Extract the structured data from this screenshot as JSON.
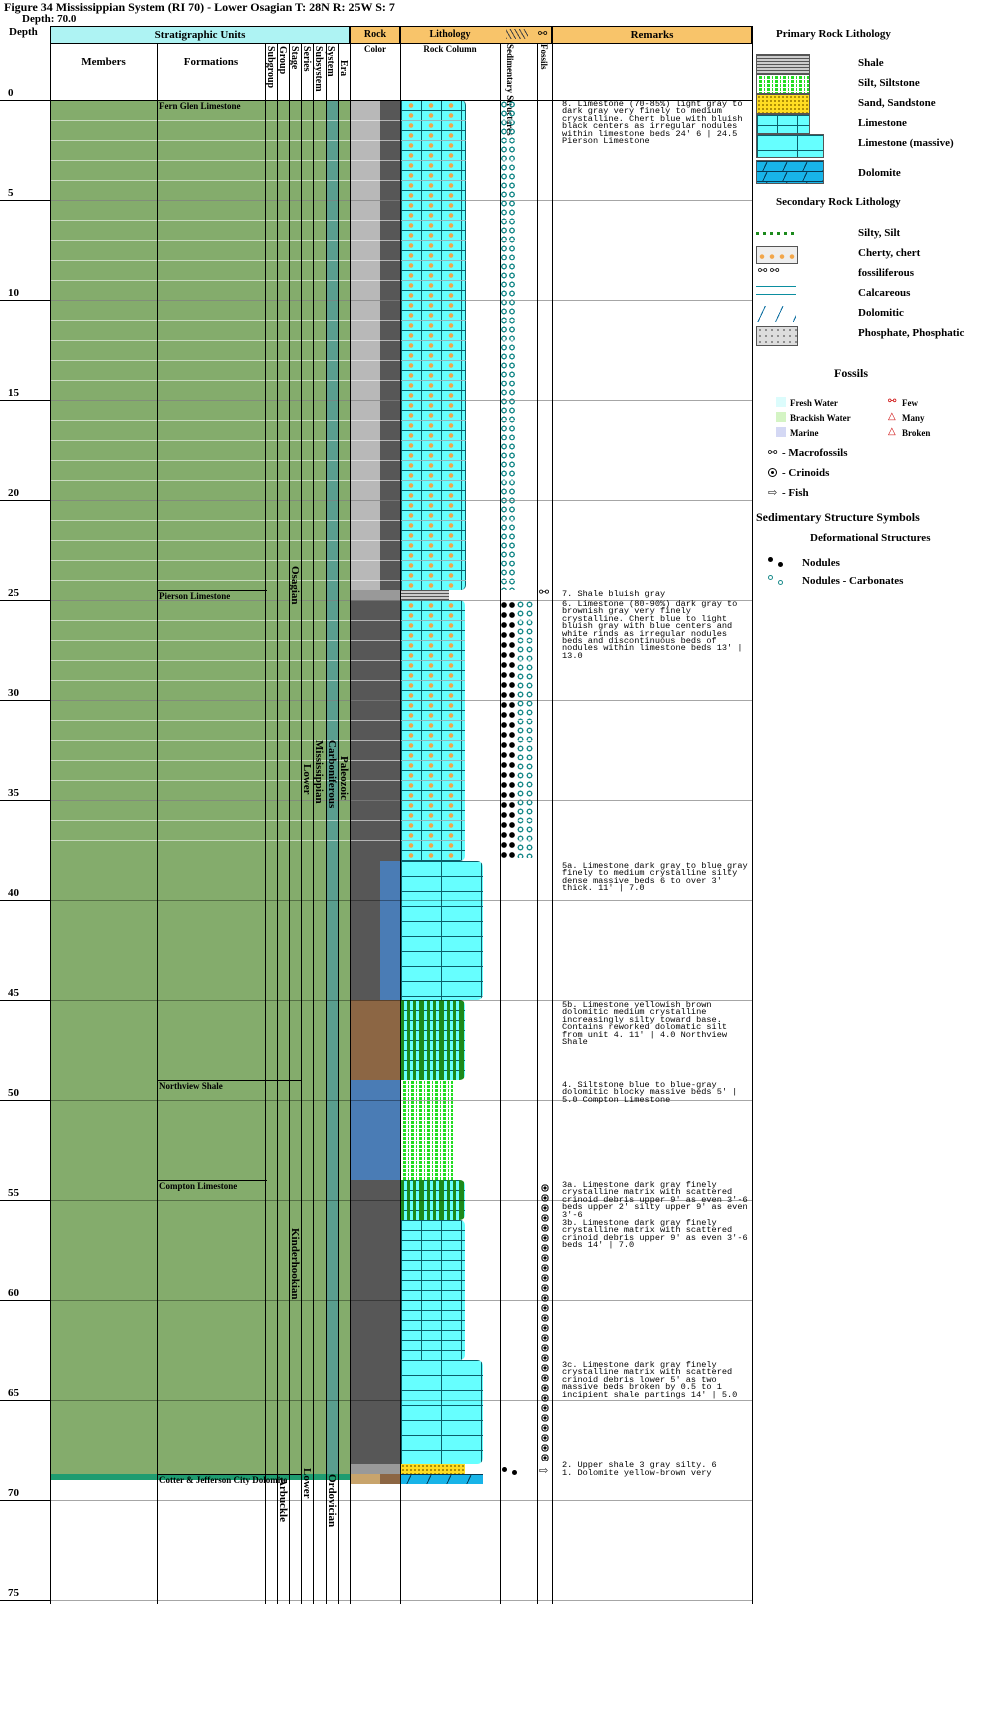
{
  "header": {
    "title": "Figure 34 Mississippian System (RI 70) - Lower Osagian T: 28N R: 25W S: 7",
    "depth": "Depth: 70.0"
  },
  "columns": {
    "depth": "Depth",
    "strat_units": "Stratigraphic Units",
    "members": "Members",
    "formations": "Formations",
    "subgroup": "Subgroup",
    "group": "Group",
    "stage": "Stage",
    "series": "Series",
    "subsystem": "Subsystem",
    "system": "System",
    "era": "Era",
    "rock": "Rock",
    "color": "Color",
    "lithology": "Lithology",
    "rock_column": "Rock Column",
    "sed_structures": "Sedimentary Structures",
    "fossils": "Fossils",
    "remarks": "Remarks"
  },
  "depth_ticks": [
    "0",
    "5",
    "10",
    "15",
    "20",
    "25",
    "30",
    "35",
    "40",
    "45",
    "50",
    "55",
    "60",
    "65",
    "70",
    "75"
  ],
  "formations": [
    "Fern Glen Limestone",
    "Pierson Limestone",
    "Northview Shale",
    "Compton Limestone",
    "Cotter & Jefferson City Dolomite"
  ],
  "strat_labels": {
    "osagian": "Osagian",
    "kinderhookian": "Kinderhookian",
    "lower1": "Lower",
    "mississippian": "Mississippian",
    "carboniferous": "Carboniferous",
    "paleozoic": "Paleozoic",
    "arbuckle": "Arbuckle",
    "lower2": "Lower",
    "ordovician": "Ordovician"
  },
  "remarks": [
    "8. Limestone (70-85%) light gray to dark gray very finely to medium crystalline. Chert blue with bluish black centers as irregular nodules within limestone beds 24' 6 | 24.5 Pierson Limestone",
    "7. Shale bluish gray",
    "6. Limestone (80-90%) dark gray to brownish gray very finely crystalline. Chert blue to light bluish gray with blue centers and white rinds as irregular nodules beds and discontinuous beds of nodules within limestone beds 13' | 13.0",
    "5a. Limestone dark gray to blue gray finely to medium crystalline silty dense massive beds 6 to over 3' thick. 11' | 7.0",
    "5b. Limestone yellowish brown dolomitic medium crystalline increasingly silty toward base. Contains reworked dolomatic silt from unit 4. 11' | 4.0 Northview Shale",
    "4. Siltstone blue to blue-gray dolomitic blocky massive beds 5' | 5.0 Compton Limestone",
    "3a. Limestone dark gray finely crystalline matrix with scattered crinoid debris upper 9' as even 3'-6 beds upper 2' silty upper 9' as even 3'-6",
    "3b. Limestone dark gray finely crystalline matrix with scattered crinoid debris upper 9' as even 3'-6 beds 14' | 7.0",
    "3c. Limestone dark gray finely crystalline matrix with scattered crinoid debris lower 5' as two massive beds broken by 0.5 to 1 incipient shale partings 14' | 5.0",
    "2. Upper shale 3 gray silty. 6",
    "1. Dolomite yellow-brown very"
  ],
  "legend": {
    "primary_title": "Primary Rock Lithology",
    "primary": [
      "Shale",
      "Silt, Siltstone",
      "Sand, Sandstone",
      "Limestone",
      "Limestone (massive)",
      "Dolomite"
    ],
    "secondary_title": "Secondary Rock Lithology",
    "secondary": [
      "Silty, Silt",
      "Cherty, chert",
      "fossiliferous",
      "Calcareous",
      "Dolomitic",
      "Phosphate, Phosphatic"
    ],
    "fossils_title": "Fossils",
    "fresh": "Fresh Water",
    "brackish": "Brackish Water",
    "marine": "Marine",
    "few": "Few",
    "many": "Many",
    "broken": "Broken",
    "macro": "- Macrofossils",
    "crinoids": "- Crinoids",
    "fish": "- Fish",
    "sed_title": "Sedimentary Structure Symbols",
    "deform_title": "Deformational Structures",
    "nodules": "Nodules",
    "nodules_carb": "Nodules - Carbonates"
  },
  "colors": {
    "green": "#84ac6c",
    "teal": "#5a9e8e",
    "cyan_header": "#aef3f3",
    "orange_header": "#f8c46a",
    "limestone": "#66ffff",
    "light_gray": "#b8b8b8",
    "dark_gray": "#575757",
    "blue": "#4a7cb5",
    "brown": "#8c6644"
  }
}
